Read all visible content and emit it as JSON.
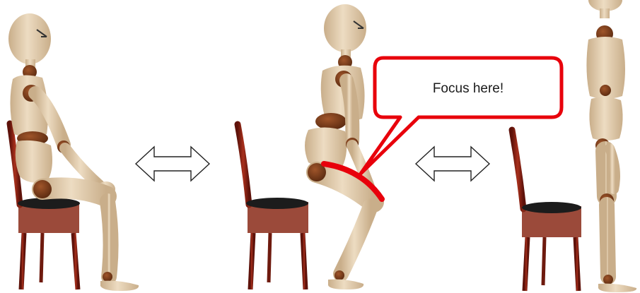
{
  "callout": {
    "text": "Focus here!",
    "border_color": "#e8000b",
    "fill_color": "#ffffff"
  },
  "colors": {
    "wood_skin": "#e4cfb1",
    "wood_shade": "#c9ae8a",
    "joint": "#7a3f1c",
    "chair_wood": "#8f1f12",
    "chair_seat": "#1c1c1c",
    "highlight": "#e8000b",
    "arrow_stroke": "#222222"
  },
  "scenes": [
    {
      "name": "sitting",
      "icon": "seated-mannequin"
    },
    {
      "name": "half-squat",
      "icon": "squatting-mannequin"
    },
    {
      "name": "standing",
      "icon": "standing-mannequin"
    }
  ],
  "connectors": [
    "double-arrow-icon",
    "double-arrow-icon"
  ]
}
